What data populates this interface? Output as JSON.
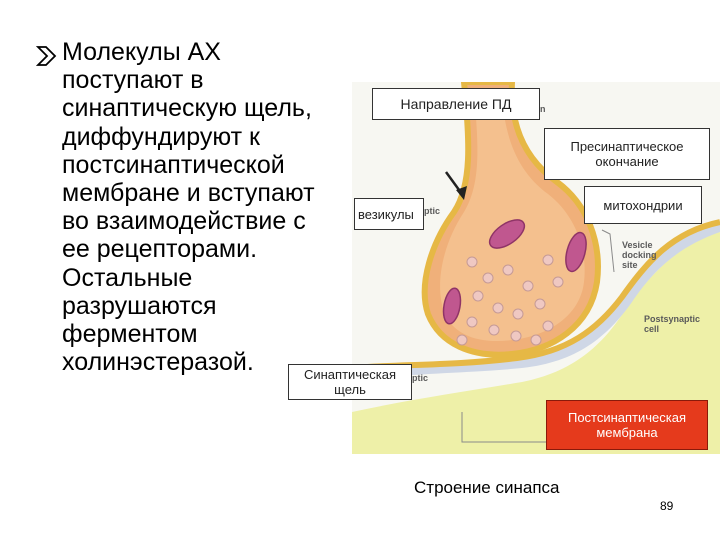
{
  "slide": {
    "bullet_lines": [
      "Молекулы АХ",
      "поступают в",
      "синаптическую щель,",
      "диффундируют к",
      "постсинаптической",
      "мембране и вступают",
      "во взаимодействие с",
      "ее рецепторами.",
      "Остальные",
      "разрушаются",
      "ферментом",
      "холинэстеразой."
    ],
    "caption": "Строение синапса",
    "page_number": "89"
  },
  "figure": {
    "labels": {
      "direction": "Направление ПД",
      "presynaptic": "Пресинаптическое окончание",
      "mitochondria": "митохондрии",
      "vesicles": "везикулы",
      "cleft": "Синаптическая щель",
      "postsynaptic_membrane": "Постсинаптическая мембрана"
    },
    "original_text": {
      "vesicle_docking_line1": "Vesicle",
      "vesicle_docking_line2": "docking",
      "vesicle_docking_line3": "site",
      "postsynaptic_cell_line1": "Postsynaptic",
      "postsynaptic_cell_line2": "cell",
      "partial_n": "n",
      "partial_ptic": "ptic",
      "partial_ptic2": "ptic"
    },
    "colors": {
      "terminal": "#f0b07a",
      "terminal_edge": "#d28e58",
      "membrane": "#e6b845",
      "postsynaptic_cell": "#eef0a8",
      "cleft": "#cfd7e6",
      "mitochondria": "#c0578f",
      "vesicles": "#efc8c2",
      "label_red": "#e53a1c"
    }
  }
}
